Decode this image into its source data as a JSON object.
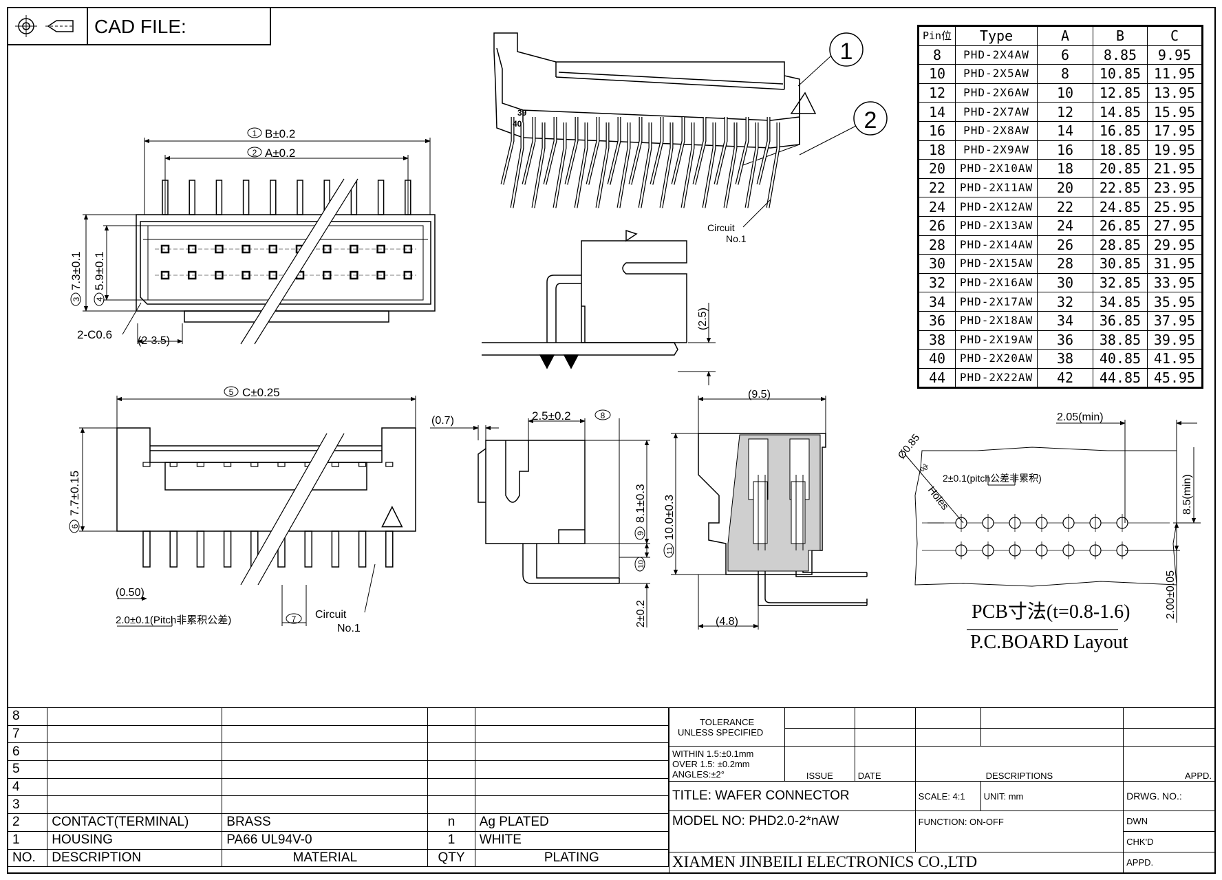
{
  "header": {
    "cad_label": "CAD FILE:",
    "projection_icon": "third-angle-projection-icon"
  },
  "callouts": [
    "1",
    "2"
  ],
  "iso_view": {
    "circuit_label": "Circuit",
    "circuit_no": "No.1",
    "pin_marks": [
      "39",
      "40"
    ]
  },
  "top_view": {
    "dim_b": "B±0.2",
    "dim_b_circle": "1",
    "dim_a": "A±0.2",
    "dim_a_circle": "2",
    "dim_73": "7.3±0.1",
    "dim_73_circle": "3",
    "dim_59": "5.9±0.1",
    "dim_59_circle": "4",
    "chamfer": "2-C0.6",
    "dim_35": "(2-3.5)"
  },
  "side_view_top": {
    "dim_25": "(2.5)"
  },
  "front_view": {
    "dim_c": "C±0.25",
    "dim_c_circle": "5",
    "dim_77": "7.7±0.15",
    "dim_77_circle": "6",
    "dim_050": "(0.50)",
    "dim_pitch": "2.0±0.1(Pitch非累积公差)",
    "dim_7_circle": "7",
    "circuit_label": "Circuit",
    "circuit_no": "No.1"
  },
  "side_view": {
    "dim_07": "(0.7)",
    "dim_25": "2.5±0.2",
    "dim_8_circle": "8",
    "dim_81": "8.1±0.3",
    "dim_9_circle": "9",
    "dim_10_circle": "10",
    "dim_20": "2±0.2"
  },
  "section_view": {
    "dim_95": "(9.5)",
    "dim_100": "10.0±0.3",
    "dim_11_circle": "11",
    "dim_48": "(4.8)"
  },
  "pcb_layout": {
    "dim_205": "2.05(min)",
    "holes": "Ø0.85",
    "holes_tol_top": "+0.1",
    "holes_tol_bot": "0",
    "holes_label": "Holes",
    "pitch_note": "2±0.1(pitch公差非累积)",
    "dim_85": "8.5(min)",
    "dim_200": "2.00±0.05",
    "title_cn": "PCB寸法(t=0.8-1.6)",
    "title_en": "P.C.BOARD Layout"
  },
  "pin_table": {
    "headers": [
      "Pin位",
      "Type",
      "A",
      "B",
      "C"
    ],
    "rows": [
      [
        "8",
        "PHD-2X4AW",
        "6",
        "8.85",
        "9.95"
      ],
      [
        "10",
        "PHD-2X5AW",
        "8",
        "10.85",
        "11.95"
      ],
      [
        "12",
        "PHD-2X6AW",
        "10",
        "12.85",
        "13.95"
      ],
      [
        "14",
        "PHD-2X7AW",
        "12",
        "14.85",
        "15.95"
      ],
      [
        "16",
        "PHD-2X8AW",
        "14",
        "16.85",
        "17.95"
      ],
      [
        "18",
        "PHD-2X9AW",
        "16",
        "18.85",
        "19.95"
      ],
      [
        "20",
        "PHD-2X10AW",
        "18",
        "20.85",
        "21.95"
      ],
      [
        "22",
        "PHD-2X11AW",
        "20",
        "22.85",
        "23.95"
      ],
      [
        "24",
        "PHD-2X12AW",
        "22",
        "24.85",
        "25.95"
      ],
      [
        "26",
        "PHD-2X13AW",
        "24",
        "26.85",
        "27.95"
      ],
      [
        "28",
        "PHD-2X14AW",
        "26",
        "28.85",
        "29.95"
      ],
      [
        "30",
        "PHD-2X15AW",
        "28",
        "30.85",
        "31.95"
      ],
      [
        "32",
        "PHD-2X16AW",
        "30",
        "32.85",
        "33.95"
      ],
      [
        "34",
        "PHD-2X17AW",
        "32",
        "34.85",
        "35.95"
      ],
      [
        "36",
        "PHD-2X18AW",
        "34",
        "36.85",
        "37.95"
      ],
      [
        "38",
        "PHD-2X19AW",
        "36",
        "38.85",
        "39.95"
      ],
      [
        "40",
        "PHD-2X20AW",
        "38",
        "40.85",
        "41.95"
      ],
      [
        "44",
        "PHD-2X22AW",
        "42",
        "44.85",
        "45.95"
      ]
    ]
  },
  "bom": {
    "rows": [
      [
        "8",
        "",
        "",
        "",
        ""
      ],
      [
        "7",
        "",
        "",
        "",
        ""
      ],
      [
        "6",
        "",
        "",
        "",
        ""
      ],
      [
        "5",
        "",
        "",
        "",
        ""
      ],
      [
        "4",
        "",
        "",
        "",
        ""
      ],
      [
        "3",
        "",
        "",
        "",
        ""
      ],
      [
        "2",
        "CONTACT(TERMINAL)",
        "BRASS",
        "n",
        "Ag PLATED"
      ],
      [
        "1",
        "HOUSING",
        "PA66 UL94V-0",
        "1",
        "WHITE"
      ]
    ],
    "header": [
      "NO.",
      "DESCRIPTION",
      "MATERIAL",
      "QTY",
      "PLATING"
    ]
  },
  "title_block": {
    "tolerance_l1": "TOLERANCE",
    "tolerance_l2": "UNLESS SPECIFIED",
    "within": "WITHIN 1.5:±0.1mm",
    "over": "OVER 1.5: ±0.2mm",
    "angles": "ANGLES:±2°",
    "issue": "ISSUE",
    "date": "DATE",
    "descriptions": "DESCRIPTIONS",
    "appd": "APPD.",
    "title": "TITLE: WAFER CONNECTOR",
    "scale": "SCALE: 4:1",
    "unit": "UNIT: mm",
    "drwg_no": "DRWG. NO.:",
    "model": "MODEL NO: PHD2.0-2*nAW",
    "function": "FUNCTION: ON-OFF",
    "dwn": "DWN",
    "chkd": "CHK'D",
    "appd2": "APPD.",
    "company": "XIAMEN JINBEILI ELECTRONICS CO.,LTD"
  }
}
